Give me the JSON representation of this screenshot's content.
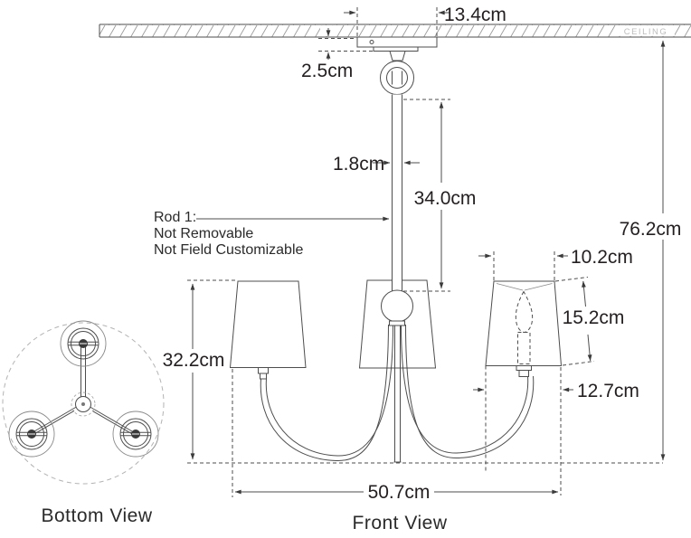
{
  "ceiling_label": "CEILING",
  "dimensions": {
    "canopy_width": "13.4cm",
    "canopy_height": "2.5cm",
    "rod_width": "1.8cm",
    "rod_length": "34.0cm",
    "overall_height": "76.2cm",
    "shade_top_width": "10.2cm",
    "shade_slant_height": "15.2cm",
    "shade_bottom_width": "12.7cm",
    "fixture_body_height": "32.2cm",
    "fixture_width": "50.7cm"
  },
  "rod_note": {
    "line1": "Rod 1:",
    "line2": "Not Removable",
    "line3": "Not Field Customizable"
  },
  "view_labels": {
    "front": "Front View",
    "bottom": "Bottom View"
  },
  "colors": {
    "line": "#4d4d4d",
    "text": "#231f20",
    "muted": "#bdbdbd",
    "background": "#ffffff"
  }
}
